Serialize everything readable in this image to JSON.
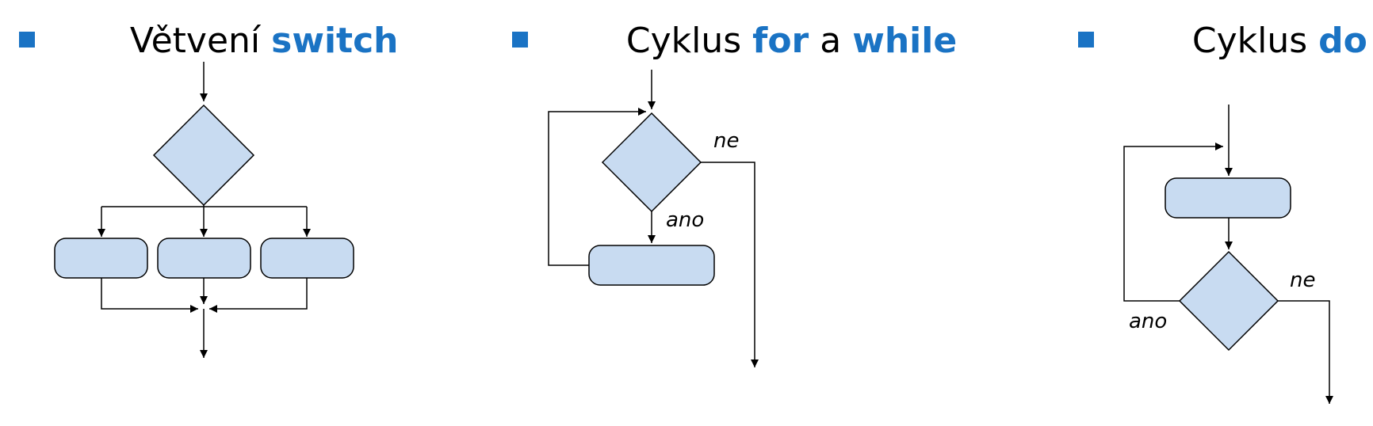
{
  "colors": {
    "accent": "#1a73c4",
    "shape_fill": "#c8dbf1",
    "stroke": "#000000",
    "text": "#000000"
  },
  "sections": [
    {
      "title_plain": "Větvení ",
      "title_keyword": "switch"
    },
    {
      "title_plain": "Cyklus ",
      "title_keyword": "for",
      "title_joiner": " a ",
      "title_keyword2": "while",
      "label_no": "ne",
      "label_yes": "ano"
    },
    {
      "title_plain": "Cyklus ",
      "title_keyword": "do",
      "label_no": "ne",
      "label_yes": "ano"
    }
  ]
}
